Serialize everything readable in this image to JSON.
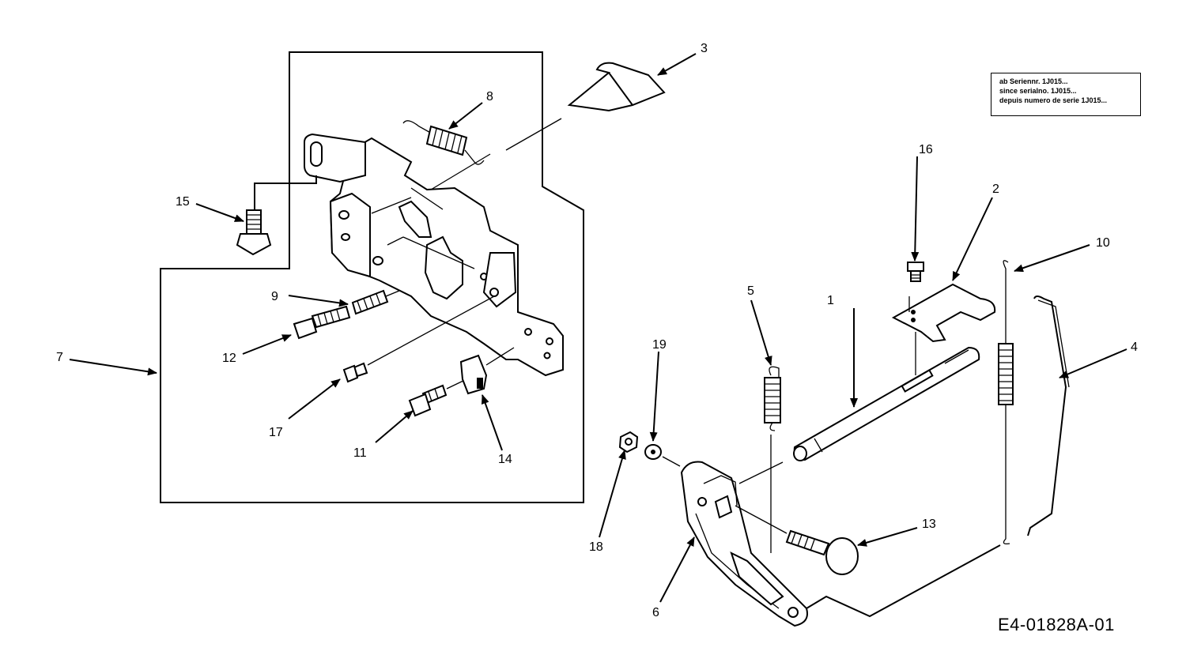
{
  "serial_note": {
    "lines": [
      "ab Seriennr. 1J015...",
      "since serialno. 1J015...",
      "depuis numero de serie 1J015..."
    ]
  },
  "drawing_id": "E4-01828A-01",
  "callouts": {
    "c1": "1",
    "c2": "2",
    "c3": "3",
    "c4": "4",
    "c5": "5",
    "c6": "6",
    "c7": "7",
    "c8": "8",
    "c9": "9",
    "c10": "10",
    "c11": "11",
    "c12": "12",
    "c13": "13",
    "c14": "14",
    "c15": "15",
    "c16": "16",
    "c17": "17",
    "c18": "18",
    "c19": "19"
  }
}
